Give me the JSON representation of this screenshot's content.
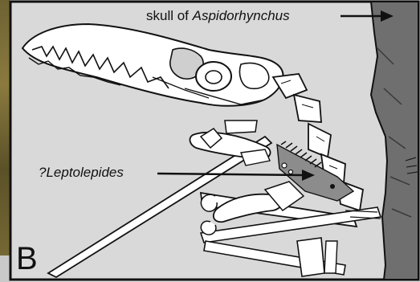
{
  "figure": {
    "panel_letter": "B",
    "labels": {
      "skull_prefix": "skull of ",
      "skull_taxon": "Aspidorhynchus",
      "leptolepides": "?Leptolepides"
    }
  },
  "colors": {
    "background": "#d9d9d9",
    "outline": "#111111",
    "bone_fill": "#ffffff",
    "aspidorhynchus_fill": "#6f6f6f",
    "leptolepides_fill": "#8c8c8c"
  }
}
